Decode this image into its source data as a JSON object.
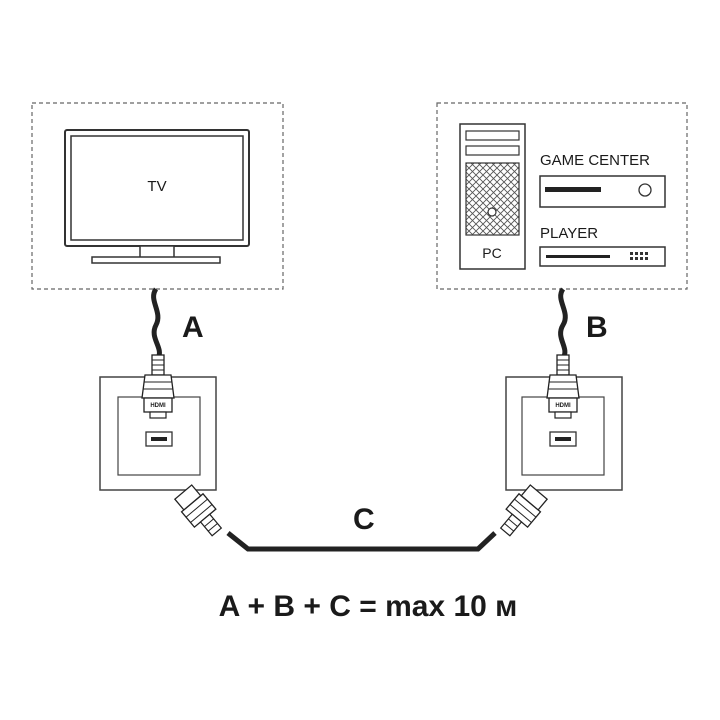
{
  "tv_box": {
    "screen_label": "TV"
  },
  "source_box": {
    "game_center_label": "GAME CENTER",
    "player_label": "PLAYER",
    "pc_label": "PC"
  },
  "cables": {
    "a_label": "A",
    "b_label": "B",
    "c_label": "C",
    "plug_text": "HDMI"
  },
  "formula": "A + B + C = max 10 м"
}
